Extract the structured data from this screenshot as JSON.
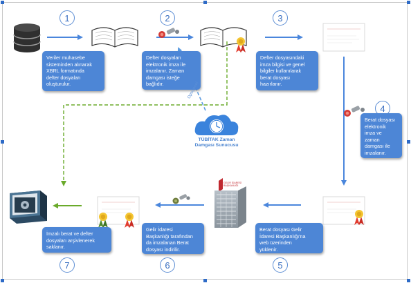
{
  "steps": [
    {
      "number": "1",
      "text": "Veriler muhasebe\nsisteminden alınarak\nXBRL formatında\ndefter dosyaları\noluşturulur."
    },
    {
      "number": "2",
      "text": "Defter dosyaları\nelektronik imza ile\nimzalanır. Zaman\ndamgası isteğe\nbağlıdır."
    },
    {
      "number": "3",
      "text": "Defter dosyasındaki\nimza bilgisi ve genel\nbilgiler kullanılarak\nberat dosyası\nhazırlanır."
    },
    {
      "number": "4",
      "text": "Berat dosyası\nelektronik\nimza ve\nzaman\ndamgası ile\nimzalanır."
    },
    {
      "number": "5",
      "text": "Berat dosyası Gelir\nİdaresi Başkanlığı'na\nweb üzerinden\nyüklenir."
    },
    {
      "number": "6",
      "text": "Gelir İdaresi\nBaşkanlığı tarafından\nda imzalanan Berat\ndosyası indirilir."
    },
    {
      "number": "7",
      "text": "İmzalı berat ve defter\ndosyaları arşivlenerek\nsaklanır."
    }
  ],
  "timestamp_server": "TÜBİTAK Zaman\nDamgası Sunucusu",
  "optional_label": "Opsiyonel",
  "gib_logo_text": "GELİR İDARESİ\nBAŞKANLIĞI",
  "colors": {
    "box": "#4d86d6",
    "arrow": "#4a86dc",
    "dashed_green": "#6aaa2a",
    "dashed_blue": "#5b9be0",
    "seal_red": "#d63a34",
    "ribbon_red": "#e23b2e",
    "number_border": "#5d8ed4"
  },
  "icons": {
    "source": "database-icon",
    "ledger": "open-book-icon",
    "signer": "usb-token-icon",
    "berat": "document-with-seal-icon",
    "server": "cloud-clock-icon",
    "gib": "gib-building-icon",
    "archive": "safe-vault-icon"
  }
}
